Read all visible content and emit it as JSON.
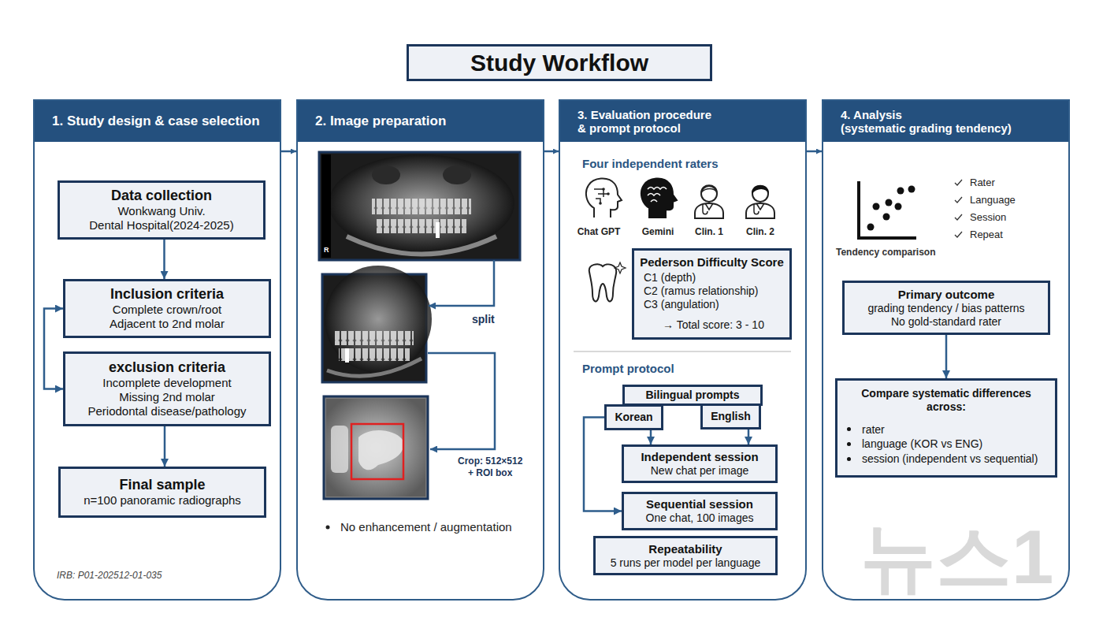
{
  "diagram": {
    "title": "Study Workflow",
    "nodes": [
      {
        "text": [
          "1. Study design & case selection"
        ]
      },
      {
        "text": [
          "Data collection",
          "Wonkwang Univ.",
          "Dental Hospital(2024-2025)"
        ],
        "in": 0
      },
      {
        "text": [
          "Inclusion criteria",
          "Complete crown/root",
          "Adjacent to 2nd molar"
        ],
        "in": 0
      },
      {
        "text": [
          "exclusion criteria",
          "Incomplete development",
          "Missing 2nd molar",
          "Periodontal disease/pathology"
        ],
        "in": 0
      },
      {
        "text": [
          "Final sample",
          "n=100 panoramic radiographs"
        ],
        "in": 0
      },
      {
        "text": [
          "2. Image preparation"
        ]
      },
      {
        "text": [
          "3. Evaluation procedure",
          "& prompt protocol"
        ]
      },
      {
        "text": [
          "Pederson Difficulty Score",
          "C1 (depth)",
          "C2 (ramus relationship)",
          "C3 (angulation)",
          "→ Total score: 3 - 10"
        ],
        "in": 6
      },
      {
        "text": [
          "Bilingual prompts"
        ],
        "in": 6
      },
      {
        "text": [
          "Korean"
        ],
        "in": 6
      },
      {
        "text": [
          "English"
        ],
        "in": 6
      },
      {
        "text": [
          "Independent session",
          "New chat per image"
        ],
        "in": 6
      },
      {
        "text": [
          "Sequential session",
          "One chat, 100 images"
        ],
        "in": 6
      },
      {
        "text": [
          "Repeatability",
          "5 runs per model per language"
        ],
        "in": 6
      },
      {
        "text": [
          "4. Analysis",
          "(systematic grading tendency)"
        ]
      },
      {
        "text": [
          "Primary outcome",
          "grading tendency / bias patterns",
          "No gold-standard rater"
        ],
        "in": 14
      },
      {
        "text": [
          "Compare systematic differences across:",
          "rater",
          "language (KOR vs ENG)",
          "session (independent vs sequential)"
        ],
        "in": 14
      }
    ],
    "edges": [
      {
        "from": 0,
        "to": 5,
        "arrow": "to"
      },
      {
        "from": 5,
        "to": 6,
        "arrow": "to"
      },
      {
        "from": 6,
        "to": 14,
        "arrow": "to"
      },
      {
        "from": 1,
        "to": 2,
        "arrow": "to"
      },
      {
        "from": 2,
        "to": 3,
        "arrow": "both"
      },
      {
        "from": 3,
        "to": 4,
        "arrow": "to"
      },
      {
        "from": 9,
        "to": 11,
        "arrow": "to"
      },
      {
        "from": 10,
        "to": 11,
        "arrow": "to"
      },
      {
        "from": 9,
        "to": 12,
        "arrow": "to"
      },
      {
        "from": 15,
        "to": 16,
        "arrow": "to"
      }
    ],
    "labels": [
      "IRB: P01-202512-01-035",
      "R",
      "split",
      "Crop: 512×512",
      "+ ROI box",
      "No enhancement / augmentation",
      "Four independent raters",
      "Chat GPT",
      "Gemini",
      "Clin. 1",
      "Clin. 2",
      "Prompt protocol",
      "Tendency comparison",
      "Rater",
      "Language",
      "Session",
      "Repeat",
      "뉴스1"
    ]
  }
}
